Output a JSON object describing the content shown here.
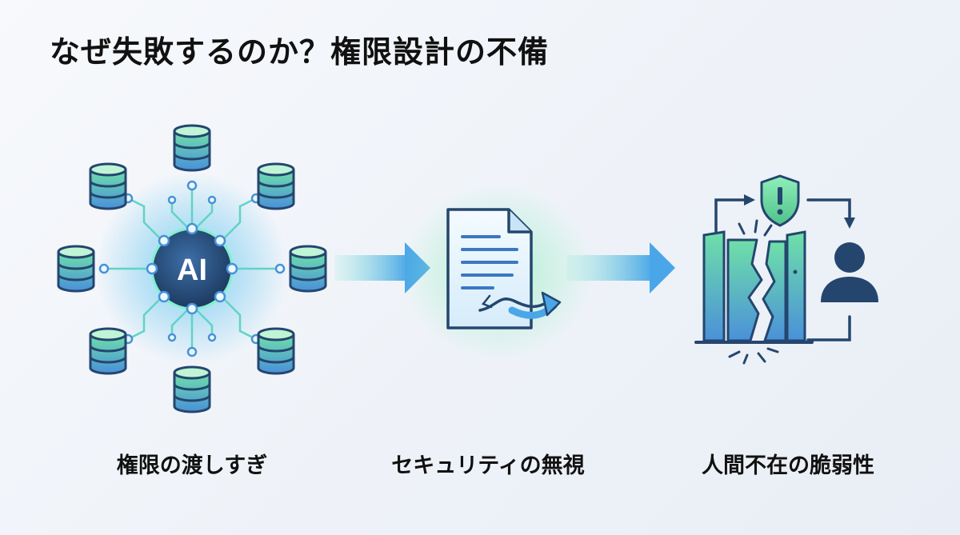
{
  "title": "なぜ失敗するのか？権限設計の不備",
  "stages": [
    {
      "label": "権限の渡しすぎ",
      "icon": "ai-hub-databases-icon"
    },
    {
      "label": "セキュリティの無視",
      "icon": "document-bypass-icon"
    },
    {
      "label": "人間不在の脆弱性",
      "icon": "broken-gate-icon"
    }
  ],
  "hub": {
    "text": "AI"
  },
  "colors": {
    "blue": "#4a90d9",
    "navy": "#24466e",
    "teal": "#5fd4c4",
    "green": "#6fe0a8",
    "glow": "#7ff0d0",
    "accent": "#3a78c2"
  }
}
